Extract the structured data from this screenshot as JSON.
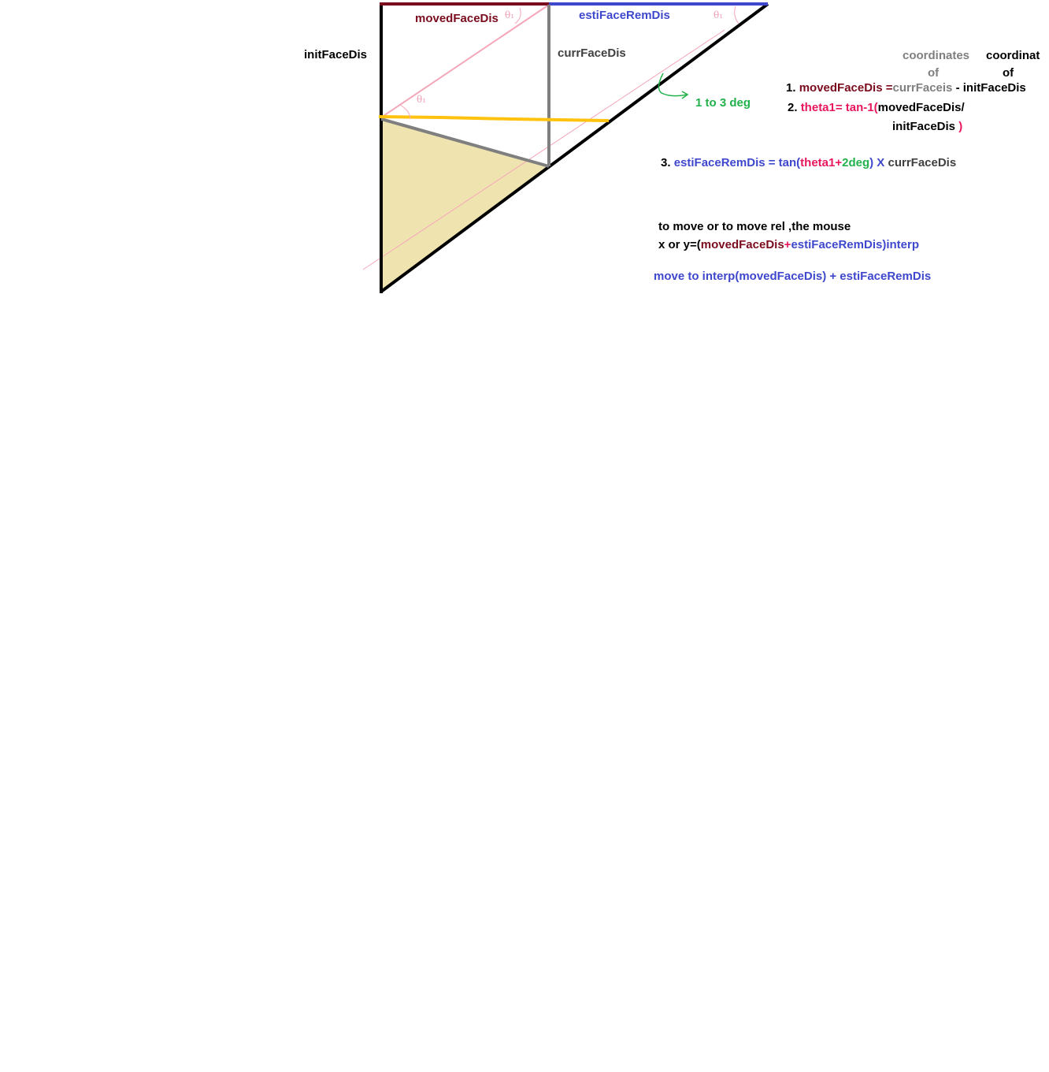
{
  "diagram": {
    "labels": {
      "init_face_dis": "initFaceDis",
      "moved_face_dis": "movedFaceDis",
      "esti_face_rem_dis": "estiFaceRemDis",
      "curr_face_dis": "currFaceDis",
      "angle_range": "1 to 3 deg",
      "theta_glyph": "θ₁"
    },
    "colors": {
      "dark_red": "#7a0c1e",
      "blue": "#3f48cc",
      "gray": "#7f7f7f",
      "pink": "#f4a7b9",
      "yellow": "#ffc20e",
      "fill": "#efe4b0",
      "green": "#22b14c",
      "magenta": "#e8175d"
    }
  },
  "notes": {
    "coord_header_1": {
      "line1": "coordinates",
      "line2": "of"
    },
    "coord_header_2": {
      "line1": "coordinat",
      "line2": "of"
    },
    "eq1": {
      "number": "1.",
      "lhs": "movedFaceDis",
      "equals": " =",
      "term1": "currFaceis",
      "minus": " - ",
      "term2": "initFaceDis"
    },
    "eq2": {
      "number": "2.",
      "lhs": "theta1= tan-1(",
      "arg1": "movedFaceDis/",
      "arg2": "initFaceDis",
      "close": " )"
    },
    "eq3": {
      "number": "3.",
      "lhs": "estiFaceRemDis = tan(",
      "theta": "theta1",
      "plus": "+",
      "deg": "2deg",
      "close": ")",
      "times": " X ",
      "rhs": "currFaceDis"
    },
    "move_rule": {
      "line1": "to move or to move rel ,the mouse",
      "line2_prefix": "x or y=(",
      "line2_moved": "movedFaceDis",
      "line2_plus": "+",
      "line2_esti": "estiFaceRemDis)interp"
    },
    "move_to": "move to interp(movedFaceDis) + estiFaceRemDis"
  }
}
